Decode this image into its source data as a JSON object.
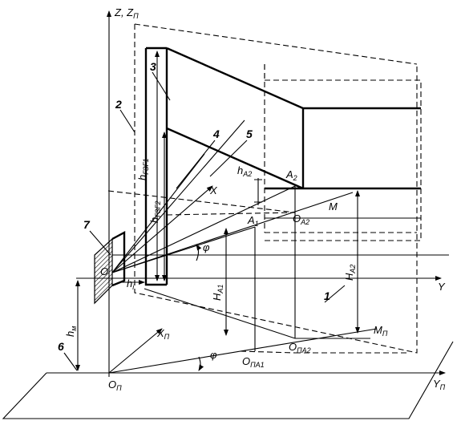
{
  "labels": {
    "axis_z": "Z, Z",
    "axis_z_sub": "П",
    "axis_y": "Y",
    "axis_x": "X",
    "axis_xp": "X",
    "axis_xp_sub": "П",
    "axis_yp": "Y",
    "axis_yp_sub": "П",
    "origin_o": "O",
    "origin_op": "O",
    "origin_op_sub": "П",
    "point_a1": "A",
    "point_a1_sub": "1",
    "point_a2": "A",
    "point_a2_sub": "2",
    "point_oa2": "O",
    "point_oa2_sub": "A2",
    "point_opa1": "O",
    "point_opa1_sub": "ПА1",
    "point_opa2": "O",
    "point_opa2_sub": "ПА2",
    "line_m": "M",
    "line_mp": "M",
    "line_mp_sub": "П",
    "angle_phi_upper": "φ",
    "angle_phi_lower": "φ",
    "dim_h_zg1": "h",
    "dim_h_zg1_sub": "ГЗГ1",
    "dim_h_zg2": "h",
    "dim_h_zg2_sub": "ГЗГ2",
    "dim_h_a2": "h",
    "dim_h_a2_sub": "A2",
    "dim_big_h_a1": "H",
    "dim_big_h_a1_sub": "A1",
    "dim_big_h_a2": "H",
    "dim_big_h_a2_sub": "A2",
    "dim_h_m": "h",
    "dim_h_m_sub": "м",
    "dim_h_i": "h",
    "dim_h_i_sub": "i"
  },
  "callouts": [
    "1",
    "2",
    "3",
    "4",
    "5",
    "6",
    "7"
  ]
}
